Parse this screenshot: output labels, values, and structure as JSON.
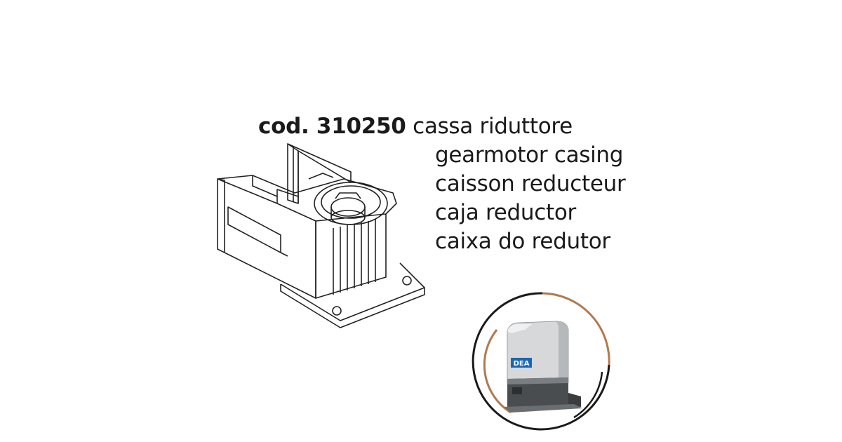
{
  "part": {
    "code_prefix": "cod. 310250",
    "names": [
      "cassa riduttore",
      "gearmotor casing",
      "caisson reducteur",
      "caja reductor",
      "caixa do redutor"
    ]
  },
  "badge": {
    "logo_text": "DEA",
    "ring_colors": [
      "#1a1a1a",
      "#b07a4f"
    ],
    "logo_color": "#1b66b3"
  }
}
